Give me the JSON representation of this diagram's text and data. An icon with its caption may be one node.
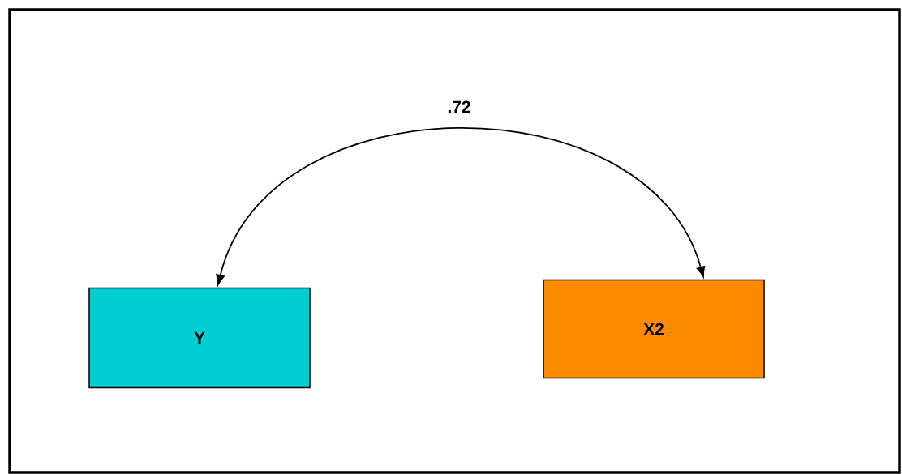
{
  "diagram": {
    "nodes": [
      {
        "text": [
          "Y"
        ]
      },
      {
        "text": [
          "X2"
        ]
      }
    ],
    "edges": [
      {
        "from": 0,
        "to": 1,
        "arrow": "both",
        "label": ".72"
      }
    ]
  }
}
